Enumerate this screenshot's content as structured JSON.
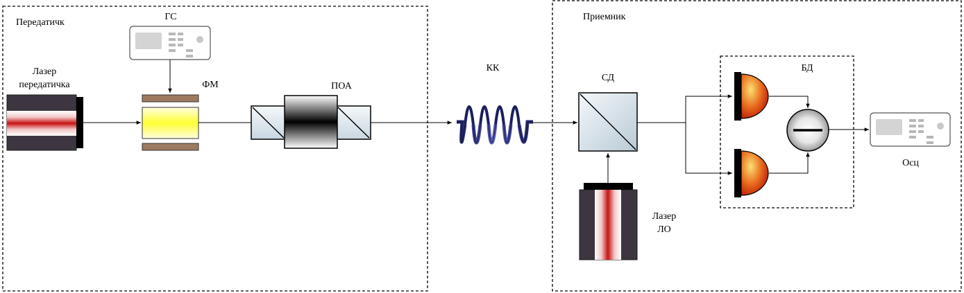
{
  "transmitter": {
    "title": "Передатичк",
    "laser_label_1": "Лазер",
    "laser_label_2": "передатичка",
    "generator_label": "ГС",
    "modulator_label": "ФМ",
    "amplifier_label": "ПОА"
  },
  "fiber": {
    "label": "КК"
  },
  "receiver": {
    "title": "Приемник",
    "splitter_label": "СД",
    "local_laser_label_1": "Лазер",
    "local_laser_label_2": "ЛО",
    "detector_label": "БД",
    "scope_label": "Осц"
  },
  "colors": {
    "laser_body": "#3d3640",
    "laser_beam": "#cc1a1a",
    "modulator_crystal": "#ffff33",
    "electrode": "#9c7a60",
    "photodiode": "#d94010",
    "fiber_coil": "#2c2f73"
  },
  "icons": [
    "laser-icon",
    "signal-generator-icon",
    "phase-modulator-icon",
    "optical-amplifier-icon",
    "fiber-coil-icon",
    "beam-splitter-icon",
    "photodiode-icon",
    "subtractor-icon",
    "oscilloscope-icon"
  ]
}
